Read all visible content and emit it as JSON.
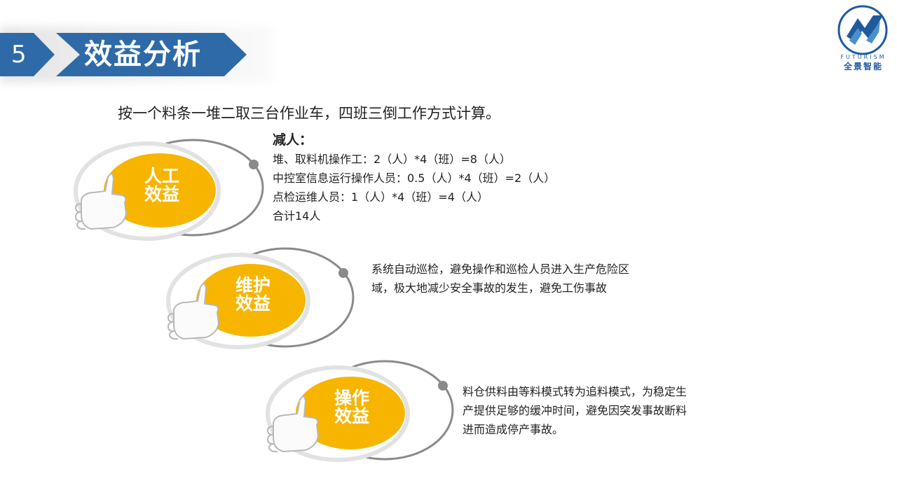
{
  "header": {
    "section_number": "5",
    "title": "效益分析"
  },
  "logo": {
    "en": "FUTURISM",
    "cn": "全景智能"
  },
  "intro": "按一个料条一堆二取三台作业车，四班三倒工作方式计算。",
  "benefits": [
    {
      "label_line1": "人工",
      "label_line2": "效益",
      "heading": "减人：",
      "lines": [
        "堆、取料机操作工：2（人）*4（班）=8（人）",
        "中控室信息运行操作人员：0.5（人）*4（班）=2（人）",
        "点检运维人员：1（人）*4（班）=4（人）",
        "合计14人"
      ]
    },
    {
      "label_line1": "维护",
      "label_line2": "效益",
      "lines": [
        "系统自动巡检，避免操作和巡检人员进入生产危险区",
        "域，极大地减少安全事故的发生，避免工伤事故"
      ]
    },
    {
      "label_line1": "操作",
      "label_line2": "效益",
      "lines": [
        "料仓供料由等料模式转为追料模式，为稳定生",
        "产提供足够的缓冲时间，避免因突发事故断料",
        "进而造成停产事故。"
      ]
    }
  ],
  "colors": {
    "header_blue": "#2e6aa8",
    "badge_yellow": "#f7b500",
    "ring_gray": "#8a8a8a",
    "hand": "#fbfbfb"
  },
  "icons": [
    "thumbs-up-icon",
    "futurism-logo-icon"
  ]
}
